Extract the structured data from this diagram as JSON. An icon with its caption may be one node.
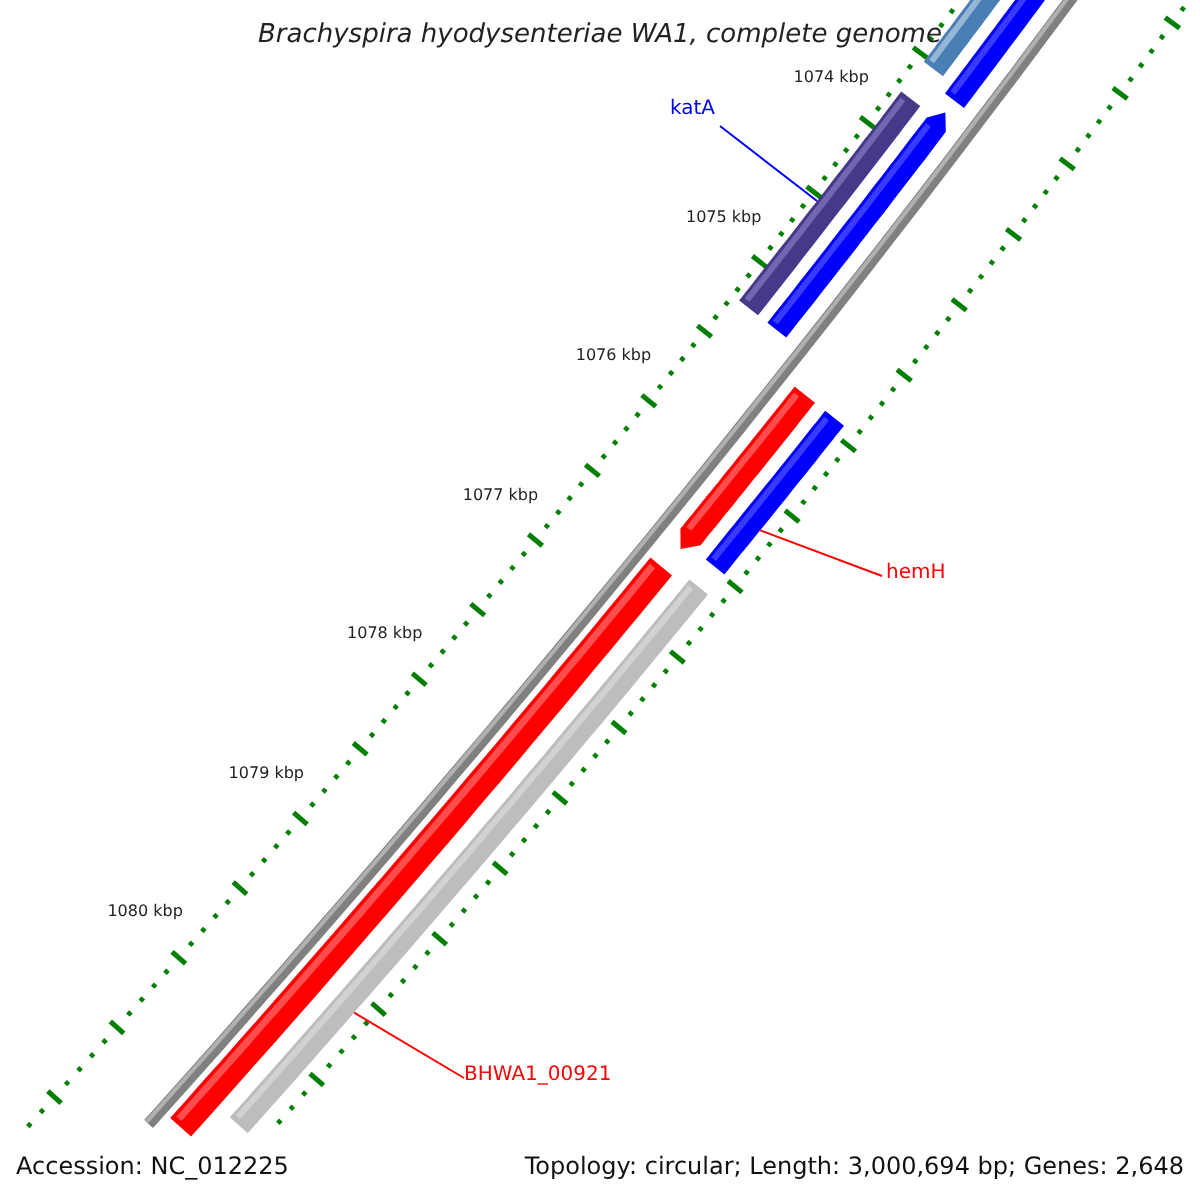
{
  "diagram": {
    "title": "Brachyspira hyodysenteriae WA1, complete genome",
    "nodes": [
      {
        "text": [
          "katA"
        ]
      },
      {
        "text": [],
        "shape": "bar"
      },
      {
        "text": [
          "hemH"
        ]
      },
      {
        "text": [],
        "shape": "bar"
      },
      {
        "text": [
          "BHWA1_00921"
        ]
      },
      {
        "text": [],
        "shape": "bar"
      }
    ],
    "edges": [
      {
        "from": 0,
        "to": 1,
        "arrow": "none",
        "color": "#0000ff"
      },
      {
        "from": 2,
        "to": 3,
        "arrow": "none"
      },
      {
        "from": 4,
        "to": 5,
        "arrow": "none"
      }
    ],
    "labels": [
      "1074 kbp",
      "1075 kbp",
      "1076 kbp",
      "1077 kbp",
      "1078 kbp",
      "1079 kbp",
      "1080 kbp",
      "Accession: NC_012225",
      "Topology: circular; Length: 3,000,694 bp; Genes: 2,648"
    ]
  }
}
